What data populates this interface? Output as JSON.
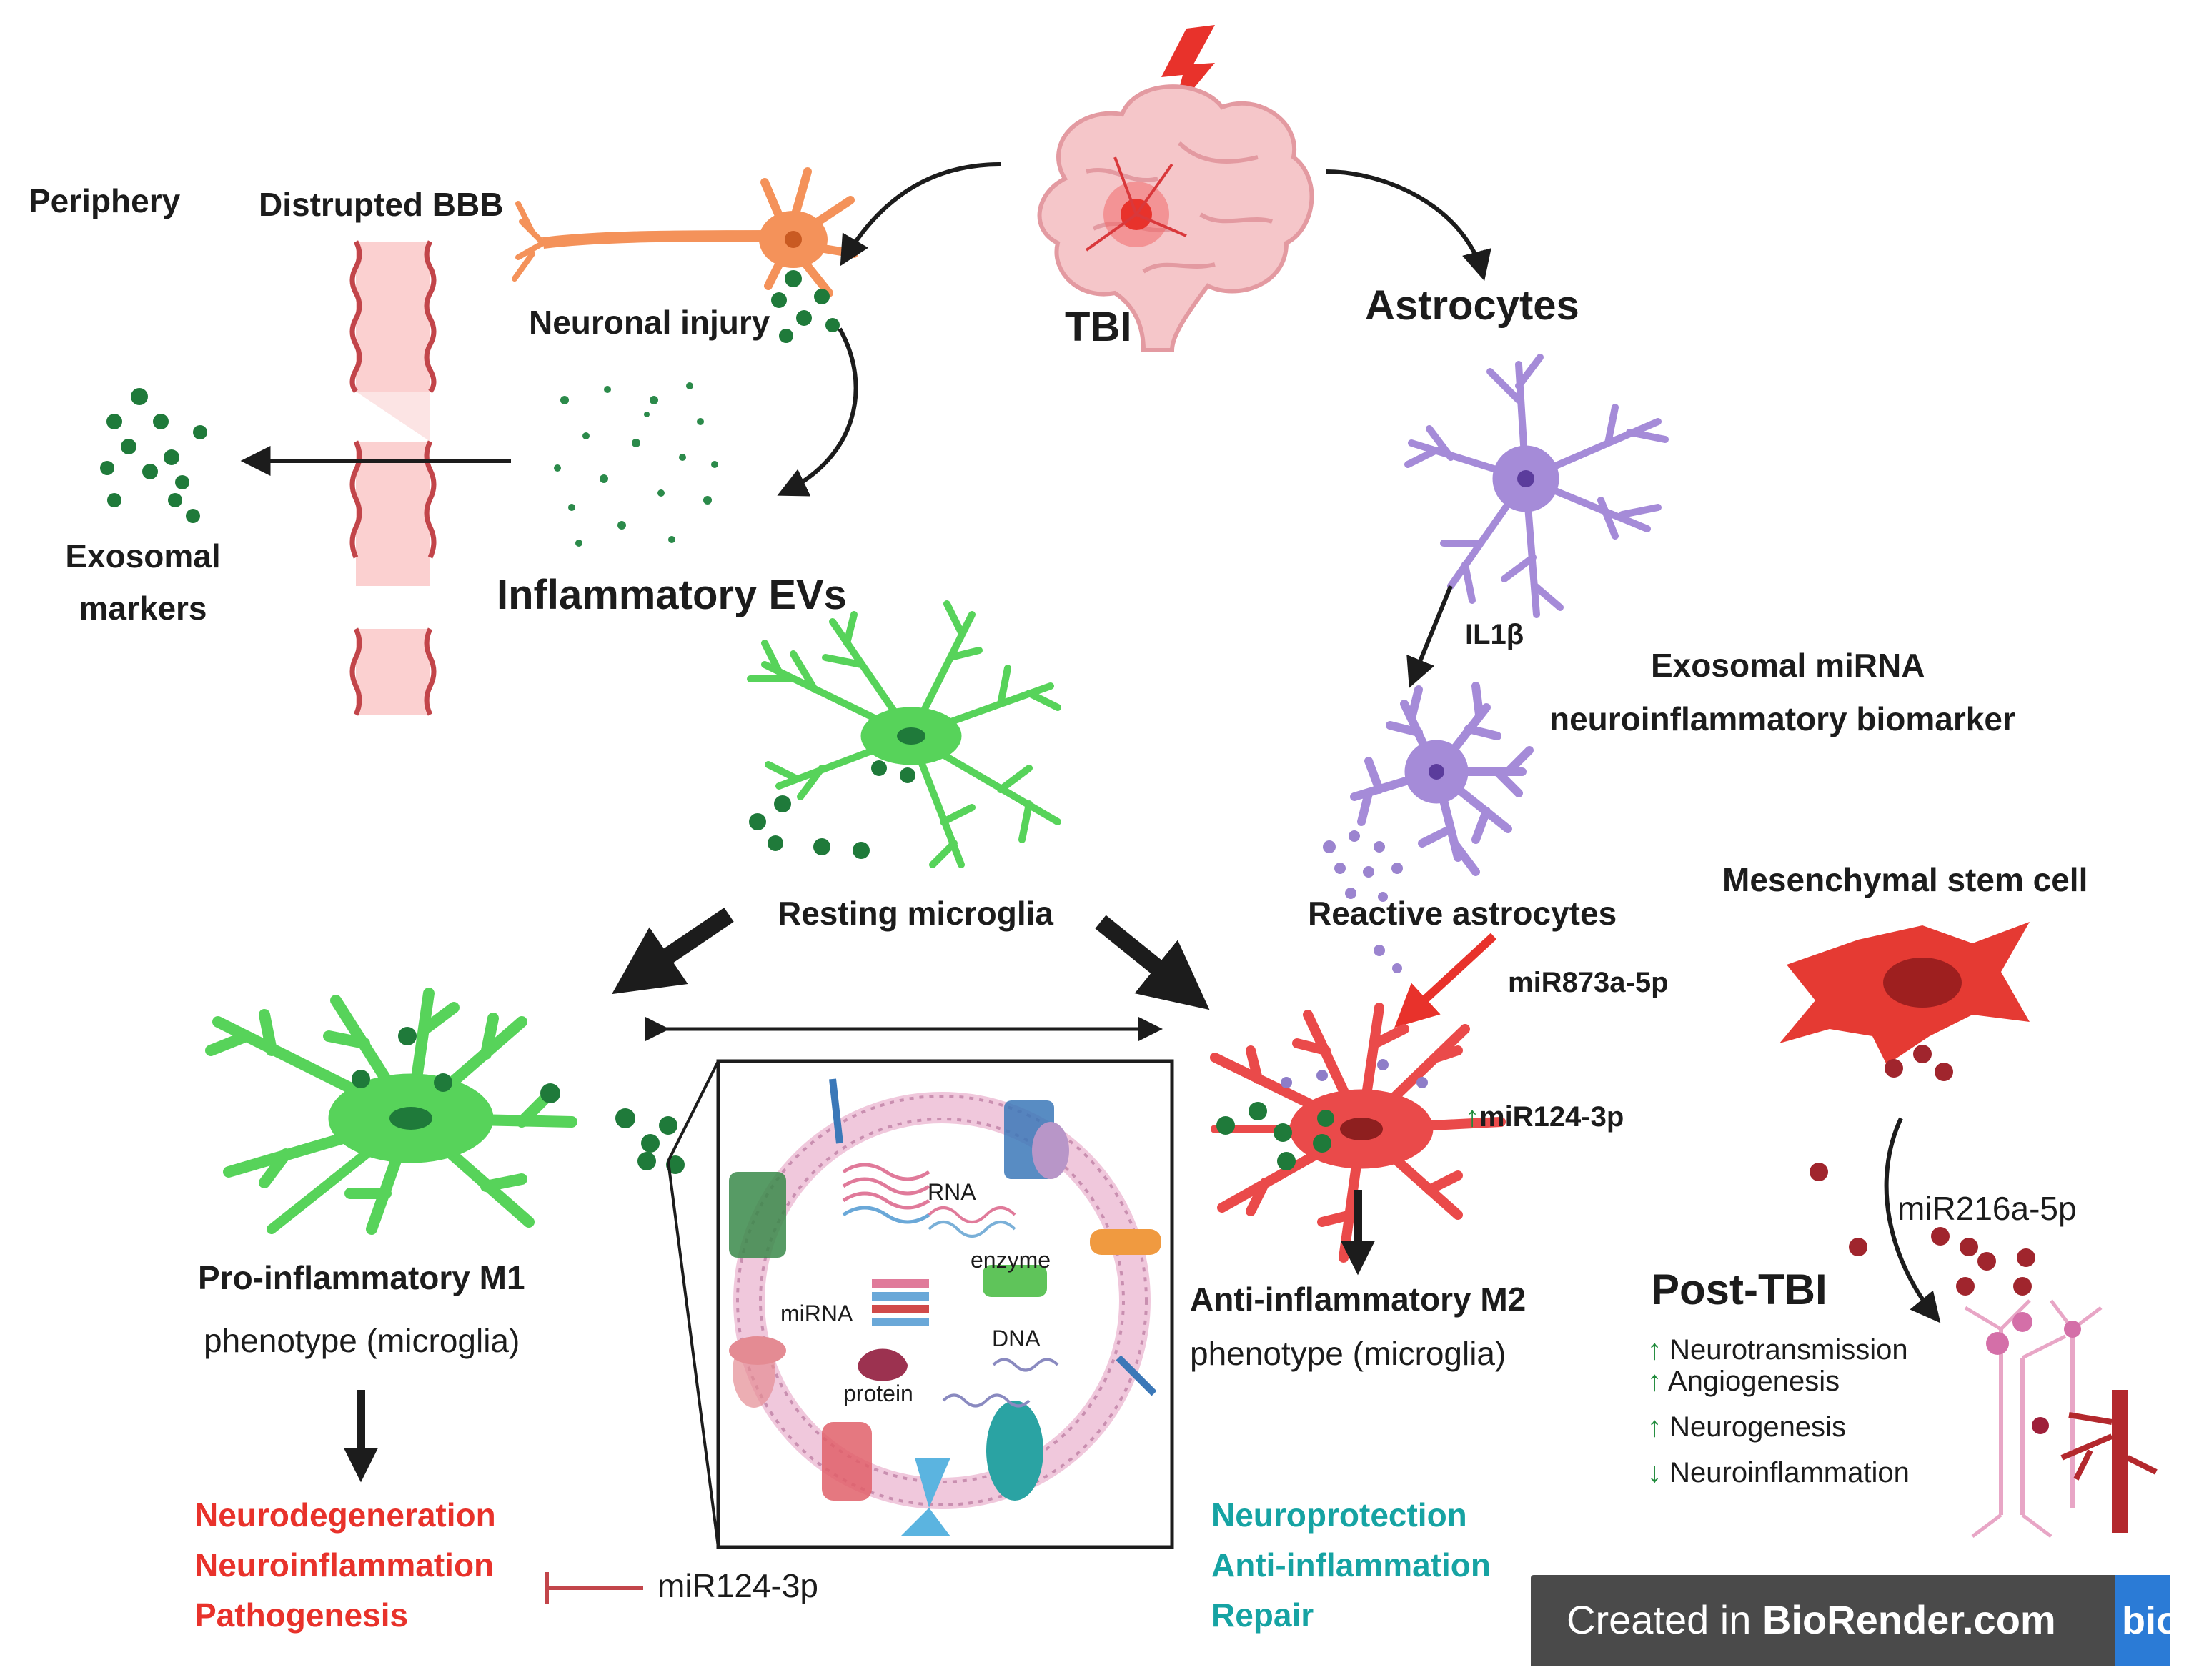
{
  "labels": {
    "periphery": "Periphery",
    "disrupted_bbb": "Distrupted BBB",
    "neuronal_injury": "Neuronal injury",
    "tbi": "TBI",
    "astrocytes": "Astrocytes",
    "exosomal_markers_line1": "Exosomal",
    "exosomal_markers_line2": "markers",
    "inflammatory_evs": "Inflammatory EVs",
    "il1b": "IL1β",
    "exosomal_mirna_line1": "Exosomal miRNA",
    "exosomal_mirna_line2": "neuroinflammatory biomarker",
    "resting_microglia": "Resting microglia",
    "reactive_astrocytes": "Reactive astrocytes",
    "mesenchymal_stem_cell": "Mesenchymal stem cell",
    "mir873": "miR873a-5p",
    "mir124_up": "miR124-3p",
    "mir216": "miR216a-5p",
    "post_tbi": "Post-TBI",
    "m1_line1": "Pro-inflammatory M1",
    "m1_line2": "phenotype  (microglia)",
    "m2_line1": "Anti-inflammatory M2",
    "m2_line2": "phenotype (microglia)",
    "mir124_inhibit": "miR124-3p"
  },
  "vesicle_labels": {
    "rna": "RNA",
    "enzyme": "enzyme",
    "mirna": "miRNA",
    "dna": "DNA",
    "protein": "protein"
  },
  "post_tbi_effects": [
    {
      "arrow": "↑",
      "label": "Neurotransmission"
    },
    {
      "arrow": "↑",
      "label": "Angiogenesis"
    },
    {
      "arrow": "↑",
      "label": "Neurogenesis"
    },
    {
      "arrow": "↓",
      "label": "Neuroinflammation"
    }
  ],
  "m1_outcomes": [
    "Neurodegeneration",
    "Neuroinflammation",
    "Pathogenesis"
  ],
  "m2_outcomes": [
    "Neuroprotection",
    "Anti-inflammation",
    "Repair"
  ],
  "watermark": {
    "prefix": "Created in ",
    "brand": "BioRender.com",
    "logo": "bio"
  },
  "colors": {
    "microglia_green": "#57d35a",
    "vesicle_green": "#1f7a3a",
    "astrocyte_purple": "#a58bd8",
    "m2_red": "#ea4a4a",
    "msc_red": "#e53a33",
    "outcome_red": "#e8322b",
    "outcome_teal": "#16a3a3",
    "neuron_orange": "#f4925a",
    "bbb_pink": "#fbd0d0"
  }
}
